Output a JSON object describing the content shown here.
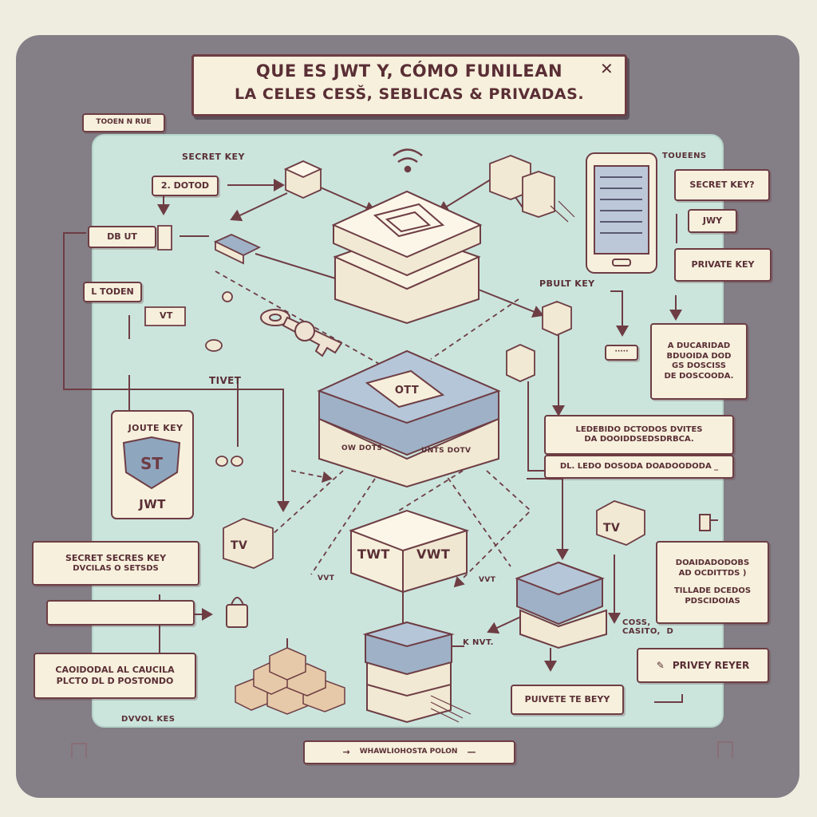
{
  "title": {
    "line1": "QUE ES JWT Y, CÓMO FUNILEAN",
    "line2": "LA  CELES CESŠ, SEBLICAS & PRIVADAS."
  },
  "labels": {
    "token_corner": "TOOEN N RUE",
    "secret_key_top": "SECRET KEY",
    "dotod": "2. DOTOD",
    "db_ut": "DB  UT",
    "l_toden": "L TODEN",
    "vt": "VT",
    "tivet": "TIVET",
    "joute_key": "JOUTE KEY",
    "shield_jwt": "JWT",
    "secret_secres_key_line1": "SECRET SECRES KEY",
    "secret_secres_key_line2": "DVCILAS O SETSDS",
    "caoidoda_line1": "CAOIDODAL AL CAUCILA",
    "caoidoda_line2": "PLCTO DL D POSTONDO",
    "dvvol_kes": "DVVOL KES",
    "bottom_bar": "WHAWLIOHOSTA POLON",
    "toueens": "TOUEENS",
    "secret_key_q": "SECRET KEY?",
    "jwy": "JWY",
    "private_key": "PRIVATE KEY",
    "pbult_key": "PBULT KEY",
    "a_docaridad_line1": "A DUCARIDAD",
    "a_docaridad_line2": "BDUOIDA DOD",
    "a_docaridad_line3": "GS DOSCISS",
    "a_docaridad_line4": "DE DOSCOODA.",
    "lecebido_line1": "LEDEBIDO DCTODOS DVITES",
    "lecebido_line2": "DA DOOIDDSEDSDRBCA.",
    "dl_ledo": "DL. LEDO DOSODA DOADOODODA _",
    "ow_dots": "OW DOTS",
    "unts_dotv": "UNTS DOTV",
    "doaidados_line1": "DOAIDADODOBS",
    "doaidados_line2": "AD OCDITTDS )",
    "tillade_line1": "TILLADE DCEDOS",
    "tillade_line2": "PDSCIDOIAS",
    "cods": "COSS,\nCASITO,  D",
    "privey_reyer": "PRIVEY REYER",
    "privete_te_beyy": "PUIVETE TE BEYY",
    "jwt_left": "TWT",
    "jwt_right": "VWT",
    "vvt_l": "VVT",
    "vvt_r": "VVT",
    "k_nvt": "K  NVT.",
    "tv1": "TV",
    "tv2": "TV",
    "ott": "OTT"
  },
  "colors": {
    "frame": "#847e86",
    "panel": "#cbe5dd",
    "cream": "#f6f0dc",
    "maroon": "#6e3d44",
    "blue_top": "#8fa6bf"
  }
}
